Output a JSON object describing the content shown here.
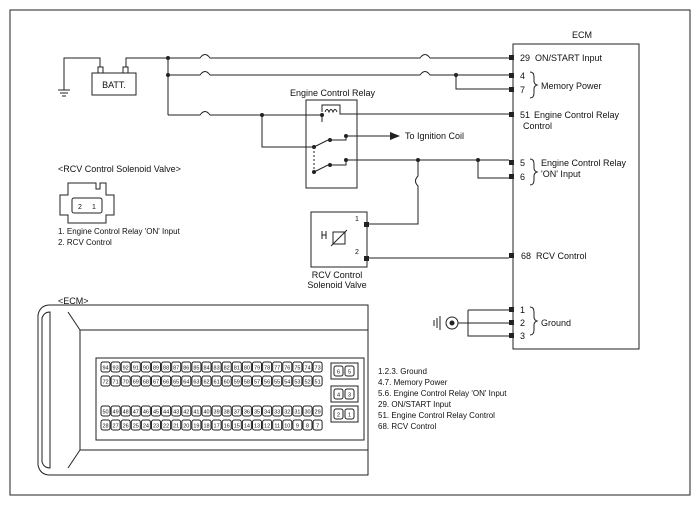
{
  "ecm": {
    "title": "ECM",
    "pins": [
      {
        "num": "29",
        "label": "ON/START Input"
      },
      {
        "num": "4",
        "label": ""
      },
      {
        "num": "7",
        "label": ""
      },
      {
        "num": "51",
        "label": "Engine Control Relay"
      },
      {
        "num": "5",
        "label": ""
      },
      {
        "num": "6",
        "label": ""
      },
      {
        "num": "68",
        "label": "RCV Control"
      },
      {
        "num": "1",
        "label": ""
      },
      {
        "num": "2",
        "label": ""
      },
      {
        "num": "3",
        "label": ""
      }
    ],
    "memory_power_label": "Memory Power",
    "ecr_control_label2": "Control",
    "relay_on_label1": "Engine Control Relay",
    "relay_on_label2": "'ON' Input",
    "ground_label": "Ground"
  },
  "battery_label": "BATT.",
  "relay": {
    "title": "Engine Control Relay",
    "to_ignition": "To Ignition Coil"
  },
  "solenoid": {
    "pin1": "1",
    "pin2": "2",
    "label1": "RCV Control",
    "label2": "Solenoid Valve"
  },
  "rcv_connector": {
    "title": "<RCV Control Solenoid Valve>",
    "pin_left": "2",
    "pin_right": "1",
    "legend": [
      "1. Engine Control Relay 'ON' Input",
      "2. RCV Control"
    ]
  },
  "ecm_connector": {
    "title": "<ECM>",
    "row1": [
      "94",
      "93",
      "92",
      "91",
      "90",
      "89",
      "88",
      "87",
      "86",
      "85",
      "84",
      "83",
      "82",
      "81",
      "80",
      "79",
      "78",
      "77",
      "76",
      "75",
      "74",
      "73"
    ],
    "row2": [
      "72",
      "71",
      "70",
      "69",
      "68",
      "67",
      "66",
      "65",
      "64",
      "63",
      "62",
      "61",
      "60",
      "59",
      "58",
      "57",
      "56",
      "55",
      "54",
      "53",
      "52",
      "51"
    ],
    "row3": [
      "50",
      "49",
      "48",
      "47",
      "46",
      "45",
      "44",
      "43",
      "42",
      "41",
      "40",
      "39",
      "38",
      "37",
      "36",
      "35",
      "34",
      "33",
      "32",
      "31",
      "30",
      "29"
    ],
    "row4": [
      "28",
      "27",
      "26",
      "25",
      "24",
      "23",
      "22",
      "21",
      "20",
      "19",
      "18",
      "17",
      "16",
      "15",
      "14",
      "13",
      "12",
      "11",
      "10",
      "9",
      "8",
      "7"
    ],
    "side_top": [
      "6",
      "5"
    ],
    "side_mid": [
      "4",
      "3"
    ],
    "side_bot": [
      "2",
      "1"
    ],
    "legend": [
      "1.2.3. Ground",
      "4.7. Memory Power",
      "5.6. Engine Control Relay 'ON' Input",
      "29. ON/START Input",
      "51. Engine Control Relay Control",
      "68. RCV Control"
    ]
  }
}
